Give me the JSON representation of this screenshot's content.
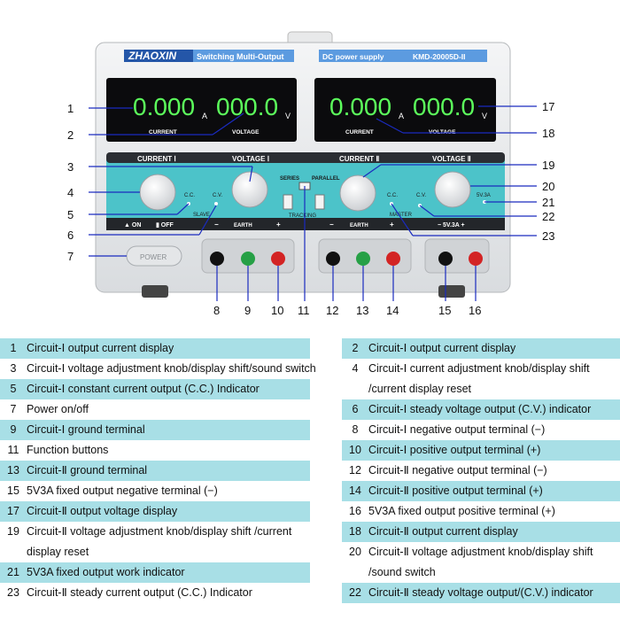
{
  "device": {
    "brand": "ZHAOXIN",
    "subtitle": "Switching Multi-Output",
    "type_label": "DC power supply",
    "model": "KMD-20005D-II",
    "display1": {
      "current": "0.000",
      "current_unit": "A",
      "voltage": "000.0",
      "voltage_unit": "V",
      "current_label": "CURRENT",
      "voltage_label": "VOLTAGE"
    },
    "display2": {
      "current": "0.000",
      "current_unit": "A",
      "voltage": "000.0",
      "voltage_unit": "V",
      "current_label": "CURRENT",
      "voltage_label": "VOLTAGE"
    },
    "panel": {
      "current1": "CURRENT Ⅰ",
      "voltage1": "VOLTAGE Ⅰ",
      "current2": "CURRENT Ⅱ",
      "voltage2": "VOLTAGE Ⅱ",
      "series": "SERIES",
      "parallel": "PARALLEL",
      "tracking": "TRACKING",
      "slave": "SLAVE",
      "master": "MASTER",
      "cc": "C.C.",
      "cv": "C.V.",
      "on": "▲ ON",
      "off": "▮ OFF",
      "earth": "EARTH",
      "fixed": "5V.3A",
      "fixed_out": "− 5V.3A +",
      "power": "POWER",
      "minus": "−",
      "plus": "+"
    }
  },
  "callouts": [
    "1",
    "2",
    "3",
    "4",
    "5",
    "6",
    "7",
    "8",
    "9",
    "10",
    "11",
    "12",
    "13",
    "14",
    "15",
    "16",
    "17",
    "18",
    "19",
    "20",
    "21",
    "22",
    "23"
  ],
  "legend_left": [
    {
      "num": "1",
      "text": "Circuit-Ⅰ output current display",
      "highlight": true
    },
    {
      "num": "3",
      "text": "Circuit-Ⅰ voltage adjustment knob/display shift/sound switch",
      "highlight": false
    },
    {
      "num": "5",
      "text": "Circuit-Ⅰ constant current output (C.C.) Indicator",
      "highlight": true
    },
    {
      "num": "7",
      "text": "Power on/off",
      "highlight": false
    },
    {
      "num": "",
      "text": "",
      "highlight": false
    },
    {
      "num": "9",
      "text": "Circuit-Ⅰ ground terminal",
      "highlight": true
    },
    {
      "num": "11",
      "text": "Function buttons",
      "highlight": false
    },
    {
      "num": "13",
      "text": "Circuit-Ⅱ ground terminal",
      "highlight": true
    },
    {
      "num": "15",
      "text": "5V3A fixed output negative terminal (−)",
      "highlight": false
    },
    {
      "num": "17",
      "text": "Circuit-Ⅱ output voltage display",
      "highlight": true
    },
    {
      "num": "19",
      "text": "Circuit-Ⅱ voltage adjustment knob/display shift /current display reset",
      "highlight": false,
      "tall": true
    },
    {
      "num": "21",
      "text": "5V3A fixed output work indicator",
      "highlight": true
    },
    {
      "num": "23",
      "text": "Circuit-Ⅱ steady current output (C.C.) Indicator",
      "highlight": false
    }
  ],
  "legend_right": [
    {
      "num": "2",
      "text": "Circuit-Ⅰ output current display",
      "highlight": true
    },
    {
      "num": "4",
      "text": "Circuit-Ⅰ current adjustment knob/display shift /current display reset",
      "highlight": false,
      "tall": true
    },
    {
      "num": "6",
      "text": "Circuit-Ⅰ steady voltage output (C.V.) indicator",
      "highlight": true
    },
    {
      "num": "8",
      "text": "Circuit-Ⅰ negative output terminal (−)",
      "highlight": false
    },
    {
      "num": "10",
      "text": "Circuit-Ⅰ positive output terminal (+)",
      "highlight": true
    },
    {
      "num": "12",
      "text": "Circuit-Ⅱ negative output terminal (−)",
      "highlight": false
    },
    {
      "num": "14",
      "text": "Circuit-Ⅱ positive output terminal (+)",
      "highlight": true
    },
    {
      "num": "16",
      "text": "5V3A fixed output positive terminal (+)",
      "highlight": false
    },
    {
      "num": "18",
      "text": "Circuit-Ⅱ output current display",
      "highlight": true
    },
    {
      "num": "20",
      "text": "Circuit-Ⅱ voltage adjustment knob/display shift /sound switch",
      "highlight": false,
      "tall": true
    },
    {
      "num": "22",
      "text": "Circuit-Ⅱ steady voltage output/(C.V.) indicator",
      "highlight": true
    }
  ],
  "colors": {
    "teal": "#4cc3c9",
    "highlight": "#a8dfe6",
    "digit": "#5cff5c",
    "callout_line": "#1a2bbf"
  }
}
